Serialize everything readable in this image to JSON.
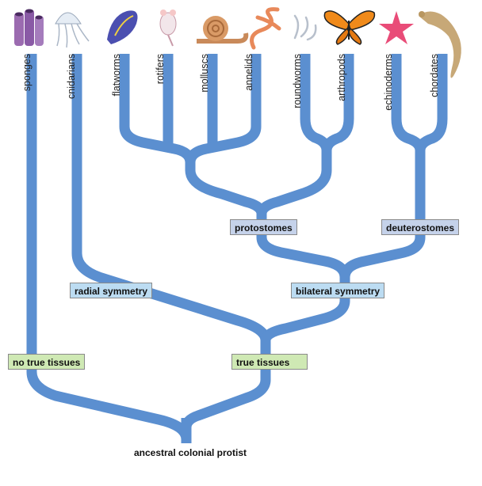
{
  "taxa": [
    "sponges",
    "cnidarians",
    "flatworms",
    "rotifers",
    "molluscs",
    "annelids",
    "roundworms",
    "arthropods",
    "echinoderms",
    "chordates"
  ],
  "nodes": {
    "protostomes": "protostomes",
    "deuterostomes": "deuterostomes",
    "radial_symmetry": "radial symmetry",
    "bilateral_symmetry": "bilateral symmetry",
    "no_true_tissues": "no true tissues",
    "true_tissues": "true tissues",
    "root": "ancestral colonial protist"
  },
  "colors": {
    "branch": "#5b8fd0",
    "blue_box": "#bcdcf2",
    "green_box": "#cfe9b4",
    "lavender_box": "#c5d2ea"
  },
  "icons": [
    "sponge-icon",
    "jellyfish-icon",
    "flatworm-icon",
    "rotifer-icon",
    "snail-icon",
    "annelid-worm-icon",
    "roundworm-icon",
    "butterfly-icon",
    "starfish-icon",
    "lizard-icon"
  ]
}
